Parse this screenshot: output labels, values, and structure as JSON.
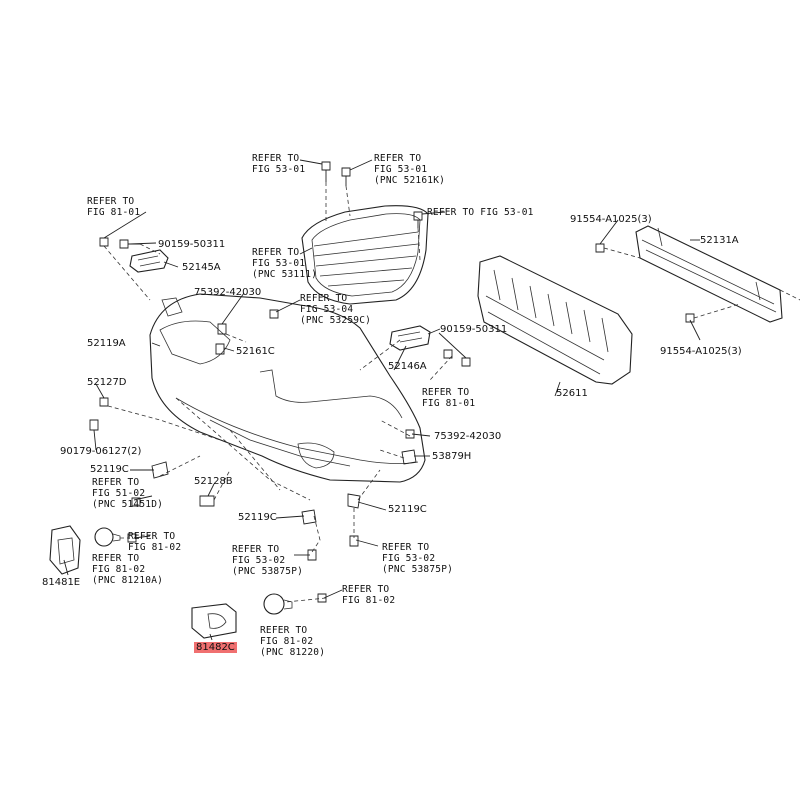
{
  "parts": {
    "p52119A": "52119A",
    "p52145A": "52145A",
    "p90159_50311_a": "90159-50311",
    "p75392_42030_a": "75392-42030",
    "p52161C": "52161C",
    "p52127D": "52127D",
    "p90179_06127": "90179-06127(2)",
    "p52119C_a": "52119C",
    "p52128B": "52128B",
    "p52119C_b": "52119C",
    "p52119C_c": "52119C",
    "p81481E": "81481E",
    "p81482C": "81482C",
    "p52146A": "52146A",
    "p90159_50311_b": "90159-50311",
    "p75392_42030_b": "75392-42030",
    "p53879H": "53879H",
    "p52611": "52611",
    "p52131A": "52131A",
    "p91554_a": "91554-A1025(3)",
    "p91554_b": "91554-A1025(3)"
  },
  "refs": {
    "r1": "REFER TO\nFIG 53-01",
    "r2": "REFER TO\nFIG 53-01\n(PNC 52161K)",
    "r3": "REFER TO\nFIG 81-01",
    "r4": "REFER TO FIG 53-01",
    "r5": "REFER TO\nFIG 53-01\n(PNC 53111)",
    "r6": "REFER TO\nFIG 53-04\n(PNC 53259C)",
    "r7": "REFER TO\nFIG 81-01",
    "r8": "REFER TO\nFIG 51-02\n(PNC 51451D)",
    "r9": "REFER TO\nFIG 81-02",
    "r10": "REFER TO\nFIG 81-02\n(PNC 81210A)",
    "r11": "REFER TO\nFIG 53-02\n(PNC 53875P)",
    "r12": "REFER TO\nFIG 53-02\n(PNC 53875P)",
    "r13": "REFER TO\nFIG 81-02",
    "r14": "REFER TO\nFIG 81-02\n(PNC 81220)"
  },
  "colors": {
    "highlight": "#f07070",
    "ink": "#222222"
  }
}
